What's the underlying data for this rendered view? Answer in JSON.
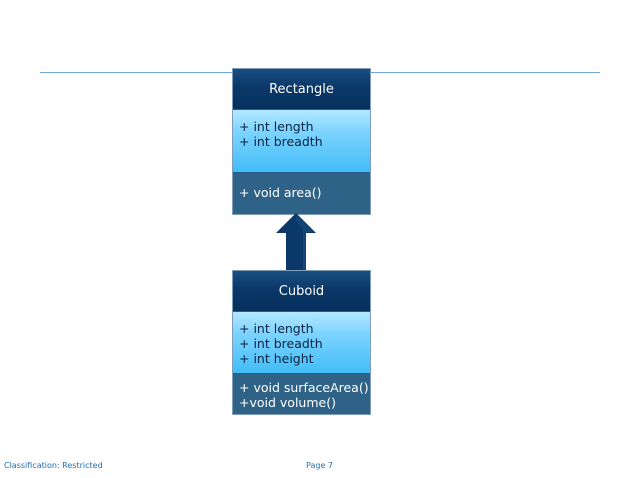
{
  "classes": {
    "rectangle": {
      "name": "Rectangle",
      "attributes": [
        "+ int length",
        "+ int breadth"
      ],
      "methods": [
        "+ void area()"
      ]
    },
    "cuboid": {
      "name": "Cuboid",
      "attributes": [
        "+ int length",
        "+ int breadth",
        "+ int height"
      ],
      "methods": [
        "+ void surfaceArea()",
        "+void volume()"
      ]
    }
  },
  "footer": {
    "classification": "Classification: Restricted",
    "page": "Page 7"
  },
  "colors": {
    "header": "#0a3868",
    "attributes": "#43bdf8",
    "methods": "#2e6286",
    "arrow": "#0a3868"
  }
}
